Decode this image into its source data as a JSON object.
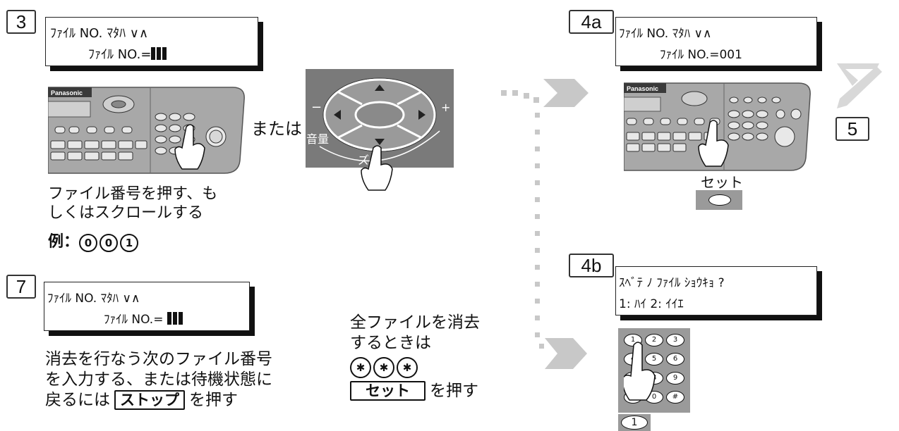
{
  "step3": {
    "number": "3",
    "lcd_line1": "ﾌｧｲﾙ NO. ﾏﾀﾊ ∨∧",
    "lcd_line2": "ﾌｧｲﾙ NO.=",
    "or_text": "または",
    "volume_label": "音量",
    "zoom_label": "ズ",
    "caption_line1": "ファイル番号を押す、も",
    "caption_line2": "しくはスクロールする",
    "example_label": "例：",
    "example_digits": [
      "0",
      "0",
      "1"
    ]
  },
  "step7": {
    "number": "7",
    "lcd_line1": "ﾌｧｲﾙ NO. ﾏﾀﾊ ∨∧",
    "lcd_line2": "ﾌｧｲﾙ NO.=",
    "caption_line1": "消去を行なう次のファイル番号",
    "caption_line2": "を入力する、または待機状態に",
    "caption_line3_pre": "戻るには",
    "stop_key": "ストップ",
    "caption_line3_post": "を押す"
  },
  "all_delete": {
    "line1": "全ファイルを消去",
    "line2": "するときは",
    "star_symbol": "✱",
    "set_key": "セット",
    "press_text": "を押す"
  },
  "step4a": {
    "number": "4a",
    "lcd_line1": "ﾌｧｲﾙ NO. ﾏﾀﾊ ∨∧",
    "lcd_line2": "ﾌｧｲﾙ NO.=001",
    "set_label": "セット"
  },
  "step4b": {
    "number": "4b",
    "lcd_line1": "ｽﾍﾞﾃ ﾉ ﾌｧｲﾙ ｼｮｳｷｮ ?",
    "lcd_line2": "1: ﾊｲ 2: ｲｲｴ",
    "pressed_key": "1",
    "keypad_digits": [
      "1",
      "2",
      "3",
      "4",
      "5",
      "6",
      "7",
      "8",
      "9",
      "*",
      "0",
      "#"
    ]
  },
  "step5": {
    "number": "5"
  },
  "brand": "Panasonic",
  "colors": {
    "panel_gray": "#9a9a9a",
    "arrow_gray": "#c8c8c8",
    "lcd_shadow": "#111111"
  }
}
